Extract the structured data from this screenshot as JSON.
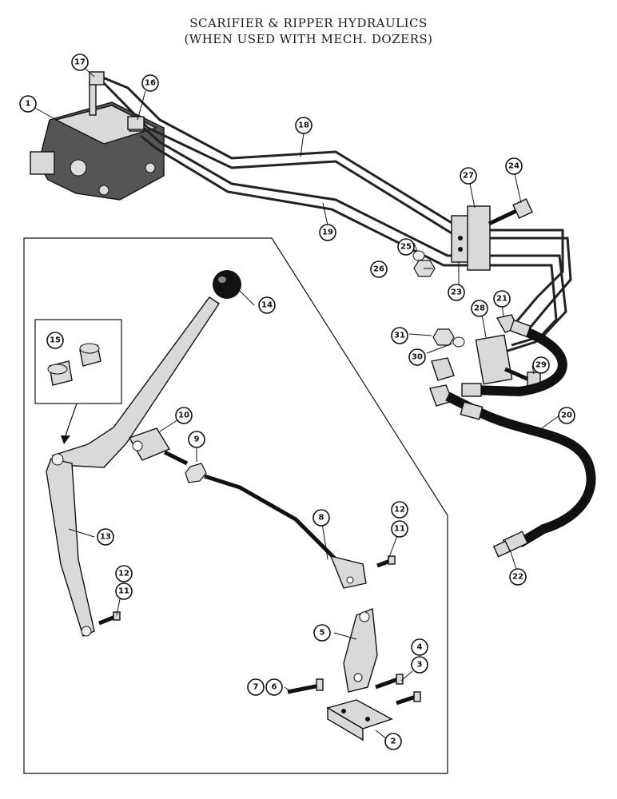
{
  "title": {
    "line1": "SCARIFIER & RIPPER HYDRAULICS",
    "line2": "(WHEN USED WITH MECH. DOZERS)"
  },
  "callouts": {
    "c1": "1",
    "c2": "2",
    "c3a": "3",
    "c4": "4",
    "c5": "5",
    "c6": "6",
    "c7": "7",
    "c8": "8",
    "c9": "9",
    "c10": "10",
    "c11a": "11",
    "c11b": "11",
    "c12a": "12",
    "c12b": "12",
    "c13": "13",
    "c14": "14",
    "c15": "15",
    "c16": "16",
    "c17": "17",
    "c18": "18",
    "c19": "19",
    "c20": "20",
    "c21": "21",
    "c22": "22",
    "c23": "23",
    "c24": "24",
    "c25": "25",
    "c26": "26",
    "c27": "27",
    "c28": "28",
    "c29": "29",
    "c30": "30",
    "c31": "31"
  }
}
